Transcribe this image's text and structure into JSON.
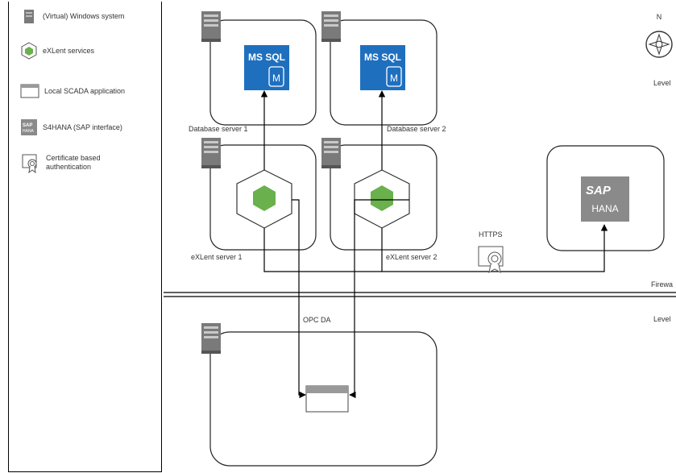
{
  "legend": {
    "items": [
      {
        "icon": "server-icon",
        "label": "(Virtual) Windows system"
      },
      {
        "icon": "cube-icon",
        "label": "eXLent services"
      },
      {
        "icon": "window-icon",
        "label": "Local SCADA application"
      },
      {
        "icon": "sap-icon",
        "label": "S4HANA (SAP interface)"
      },
      {
        "icon": "certificate-icon",
        "label": "Certificate based authentication"
      }
    ]
  },
  "diagram": {
    "db1": {
      "label": "Database server 1",
      "db_title": "MS SQL",
      "db_mark": "M"
    },
    "db2": {
      "label": "Database server 2",
      "db_title": "MS SQL",
      "db_mark": "M"
    },
    "ex1": {
      "label": "eXLent server 1"
    },
    "ex2": {
      "label": "eXLent server 2"
    },
    "sap": {
      "line1": "SAP",
      "line2": "HANA"
    },
    "https_label": "HTTPS",
    "opc_label": "OPC DA",
    "firewall_label": "Firewa",
    "level_top_label": "Level",
    "level_bottom_label": "Level",
    "compass_label": "N"
  },
  "colors": {
    "box_stroke": "#222222",
    "db_blue": "#1f6fbf",
    "cube_green": "#6ab04c",
    "sap_gray": "#8a8a8a",
    "server_gray": "#7a7a7a"
  }
}
